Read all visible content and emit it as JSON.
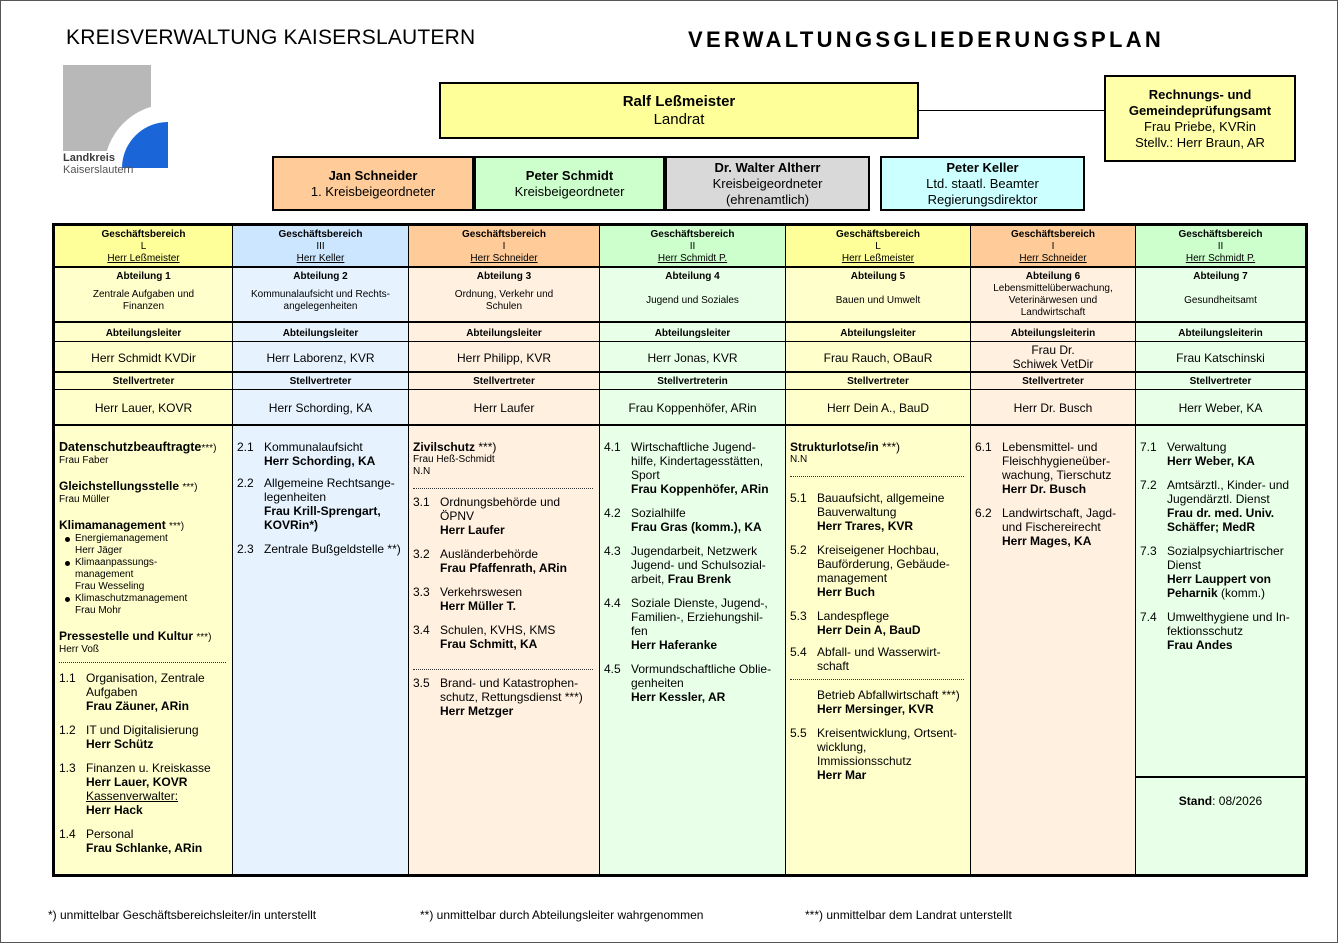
{
  "header": {
    "org": "KREISVERWALTUNG KAISERSLAUTERN",
    "title": "VERWALTUNGSGLIEDERUNGSPLAN"
  },
  "logo": {
    "line1": "Landkreis",
    "line2": "Kaiserslautern"
  },
  "colors": {
    "yellow": "#ffff99",
    "blue": "#cce6ff",
    "orange": "#ffcc99",
    "green": "#ccffcc",
    "grey": "#d9d9d9",
    "cyan": "#ccffff"
  },
  "landrat": {
    "name": "Ralf Leßmeister",
    "role": "Landrat"
  },
  "rpa": {
    "line1": "Rechnungs- und",
    "line2": "Gemeindeprüfungsamt",
    "line3": "Frau Priebe, KVRin",
    "line4": "Stellv.: Herr Braun, AR"
  },
  "deputies": [
    {
      "name": "Jan Schneider",
      "role": "1. Kreisbeigeordneter",
      "extra": ""
    },
    {
      "name": "Peter Schmidt",
      "role": "Kreisbeigeordneter",
      "extra": ""
    },
    {
      "name": "Dr. Walter Altherr",
      "role": "Kreisbeigeordneter",
      "extra": "(ehrenamtlich)"
    },
    {
      "name": "Peter Keller",
      "role": "Ltd. staatl. Beamter",
      "extra": "Regierungsdirektor"
    }
  ],
  "columns": [
    {
      "gb": "Geschäftsbereich",
      "gbnum": "L",
      "gbname": "Herr Leßmeister",
      "abt": "Abteilung 1",
      "abtname": "Zentrale Aufgaben und Finanzen",
      "leiterlabel": "Abteilungsleiter",
      "leiter": "Herr Schmidt KVDir",
      "vertlabel": "Stellvertreter",
      "vert": "Herr Lauer, KOVR"
    },
    {
      "gb": "Geschäftsbereich",
      "gbnum": "III",
      "gbname": "Herr Keller",
      "abt": "Abteilung 2",
      "abtname": "Kommunalaufsicht und Rechts-angelegenheiten",
      "leiterlabel": "Abteilungsleiter",
      "leiter": "Herr Laborenz, KVR",
      "vertlabel": "Stellvertreter",
      "vert": "Herr Schording, KA"
    },
    {
      "gb": "Geschäftsbereich",
      "gbnum": "I",
      "gbname": "Herr Schneider",
      "abt": "Abteilung 3",
      "abtname": "Ordnung, Verkehr und Schulen",
      "leiterlabel": "Abteilungsleiter",
      "leiter": "Herr Philipp, KVR",
      "vertlabel": "Stellvertreter",
      "vert": "Herr Laufer"
    },
    {
      "gb": "Geschäftsbereich",
      "gbnum": "II",
      "gbname": "Herr Schmidt P.",
      "abt": "Abteilung 4",
      "abtname": "Jugend und Soziales",
      "leiterlabel": "Abteilungsleiter",
      "leiter": "Herr Jonas, KVR",
      "vertlabel": "Stellvertreterin",
      "vert": "Frau Koppenhöfer, ARin"
    },
    {
      "gb": "Geschäftsbereich",
      "gbnum": "L",
      "gbname": "Herr Leßmeister",
      "abt": "Abteilung 5",
      "abtname": "Bauen und Umwelt",
      "leiterlabel": "Abteilungsleiter",
      "leiter": "Frau Rauch, OBauR",
      "vertlabel": "Stellvertreter",
      "vert": "Herr Dein A., BauD"
    },
    {
      "gb": "Geschäftsbereich",
      "gbnum": "I",
      "gbname": "Herr Schneider",
      "abt": "Abteilung 6",
      "abtname": "Lebensmittelüberwachung, Veterinärwesen und Landwirtschaft",
      "leiterlabel": "Abteilungsleiterin",
      "leiter": "Frau Dr. Schiwek VetDir",
      "vertlabel": "Stellvertreter",
      "vert": "Herr Dr. Busch"
    },
    {
      "gb": "Geschäftsbereich",
      "gbnum": "II",
      "gbname": "Herr Schmidt P.",
      "abt": "Abteilung 7",
      "abtname": "Gesundheitsamt",
      "leiterlabel": "Abteilungsleiterin",
      "leiter": "Frau Katschinski",
      "vertlabel": "Stellvertreter",
      "vert": "Herr Weber, KA"
    }
  ],
  "col1": {
    "ds_title": "Datenschutzbeauftragte",
    "ds_mark": "***)",
    "ds_name": "Frau Faber",
    "gs_title": "Gleichstellungsstelle",
    "gs_mark": "***)",
    "gs_name": "Frau Müller",
    "km_title": "Klimamanagement",
    "km_mark": "***)",
    "km_items": [
      {
        "label": "Energiemanagement",
        "name": "Herr Jäger"
      },
      {
        "label": "Klimaanpassungs-management",
        "name": "Frau Wesseling"
      },
      {
        "label": "Klimaschutzmanagement",
        "name": "Frau Mohr"
      }
    ],
    "ps_title": "Pressestelle und Kultur",
    "ps_mark": "***)",
    "ps_name": "Herr Voß",
    "items": [
      {
        "num": "1.1",
        "text": "Organisation, Zentrale Aufgaben",
        "name": "Frau Zäuner, ARin"
      },
      {
        "num": "1.2",
        "text": "IT und Digitalisierung",
        "name": "Herr Schütz"
      },
      {
        "num": "1.3",
        "text": "Finanzen u. Kreiskasse",
        "name": "Herr Lauer, KOVR",
        "sub": "Kassenverwalter:",
        "subname": "Herr Hack"
      },
      {
        "num": "1.4",
        "text": "Personal",
        "name": "Frau Schlanke, ARin"
      }
    ]
  },
  "col2": {
    "items": [
      {
        "num": "2.1",
        "text": "Kommunalaufsicht",
        "name": "Herr Schording, KA"
      },
      {
        "num": "2.2",
        "text": "Allgemeine Rechtsange-legenheiten",
        "name": "Frau Krill-Sprengart, KOVRin*)"
      },
      {
        "num": "2.3",
        "text": "Zentrale Bußgeldstelle **)",
        "name": ""
      }
    ]
  },
  "col3": {
    "zs_title": "Zivilschutz",
    "zs_mark": "***)",
    "zs_name1": "Frau Heß-Schmidt",
    "zs_name2": "N.N",
    "items": [
      {
        "num": "3.1",
        "text": "Ordnungsbehörde und ÖPNV",
        "name": "Herr Laufer"
      },
      {
        "num": "3.2",
        "text": "Ausländerbehörde",
        "name": "Frau Pfaffenrath, ARin"
      },
      {
        "num": "3.3",
        "text": "Verkehrswesen",
        "name": "Herr Müller T."
      },
      {
        "num": "3.4",
        "text": "Schulen, KVHS, KMS",
        "name": "Frau Schmitt, KA"
      }
    ],
    "item35": {
      "num": "3.5",
      "text": "Brand- und Katastrophen-schutz, Rettungsdienst ***)",
      "name": "Herr Metzger"
    }
  },
  "col4": {
    "items": [
      {
        "num": "4.1",
        "text": "Wirtschaftliche Jugend-hilfe, Kindertagesstätten, Sport",
        "name": "Frau Koppenhöfer, ARin"
      },
      {
        "num": "4.2",
        "text": "Sozialhilfe",
        "name": "Frau Gras (komm.), KA"
      },
      {
        "num": "4.3",
        "text": "Jugendarbeit, Netzwerk Jugend- und Schulsozial-arbeit,",
        "name": "Frau Brenk"
      },
      {
        "num": "4.4",
        "text": "Soziale Dienste, Jugend-, Familien-, Erziehungshil-fen",
        "name": "Herr Haferanke"
      },
      {
        "num": "4.5",
        "text": "Vormundschaftliche Oblie-genheiten",
        "name": "Herr Kessler, AR"
      }
    ]
  },
  "col5": {
    "sl_title": "Strukturlotse/in",
    "sl_mark": "***)",
    "sl_name": "N.N",
    "items": [
      {
        "num": "5.1",
        "text": "Bauaufsicht, allgemeine Bauverwaltung",
        "name": "Herr Trares, KVR"
      },
      {
        "num": "5.2",
        "text": "Kreiseigener Hochbau, Bauförderung, Gebäude-management",
        "name": "Herr Buch"
      },
      {
        "num": "5.3",
        "text": "Landespflege",
        "name": "Herr Dein A, BauD"
      },
      {
        "num": "5.4",
        "text": "Abfall- und Wasserwirt-schaft",
        "name": ""
      }
    ],
    "baw": {
      "text": "Betrieb Abfallwirtschaft ***)",
      "name": "Herr Mersinger, KVR"
    },
    "item55": {
      "num": "5.5",
      "text": "Kreisentwicklung, Ortsent-wicklung, Immissionsschutz",
      "name": "Herr Mar"
    }
  },
  "col6": {
    "items": [
      {
        "num": "6.1",
        "text": "Lebensmittel- und Fleischhygieneüber-wachung, Tierschutz",
        "name": "Herr Dr. Busch"
      },
      {
        "num": "6.2",
        "text": "Landwirtschaft, Jagd- und Fischereirecht",
        "name": "Herr Mages, KA"
      }
    ]
  },
  "col7": {
    "items": [
      {
        "num": "7.1",
        "text": "Verwaltung",
        "name": "Herr Weber, KA"
      },
      {
        "num": "7.2",
        "text": "Amtsärztl., Kinder- und Jugendärztl. Dienst",
        "name": "Frau dr. med. Univ. Schäffer; MedR"
      },
      {
        "num": "7.3",
        "text": "Sozialpsychiartrischer Dienst",
        "name": "Herr Lauppert von Peharnik",
        "extra": "(komm.)"
      },
      {
        "num": "7.4",
        "text": "Umwelthygiene und In-fektionsschutz",
        "name": "Frau Andes"
      }
    ],
    "stand_label": "Stand",
    "stand_value": ": 08/2026"
  },
  "footer": {
    "n1": "*)  unmittelbar Geschäftsbereichsleiter/in unterstellt",
    "n2": "**) unmittelbar durch Abteilungsleiter wahrgenommen",
    "n3": "***) unmittelbar dem Landrat unterstellt"
  }
}
